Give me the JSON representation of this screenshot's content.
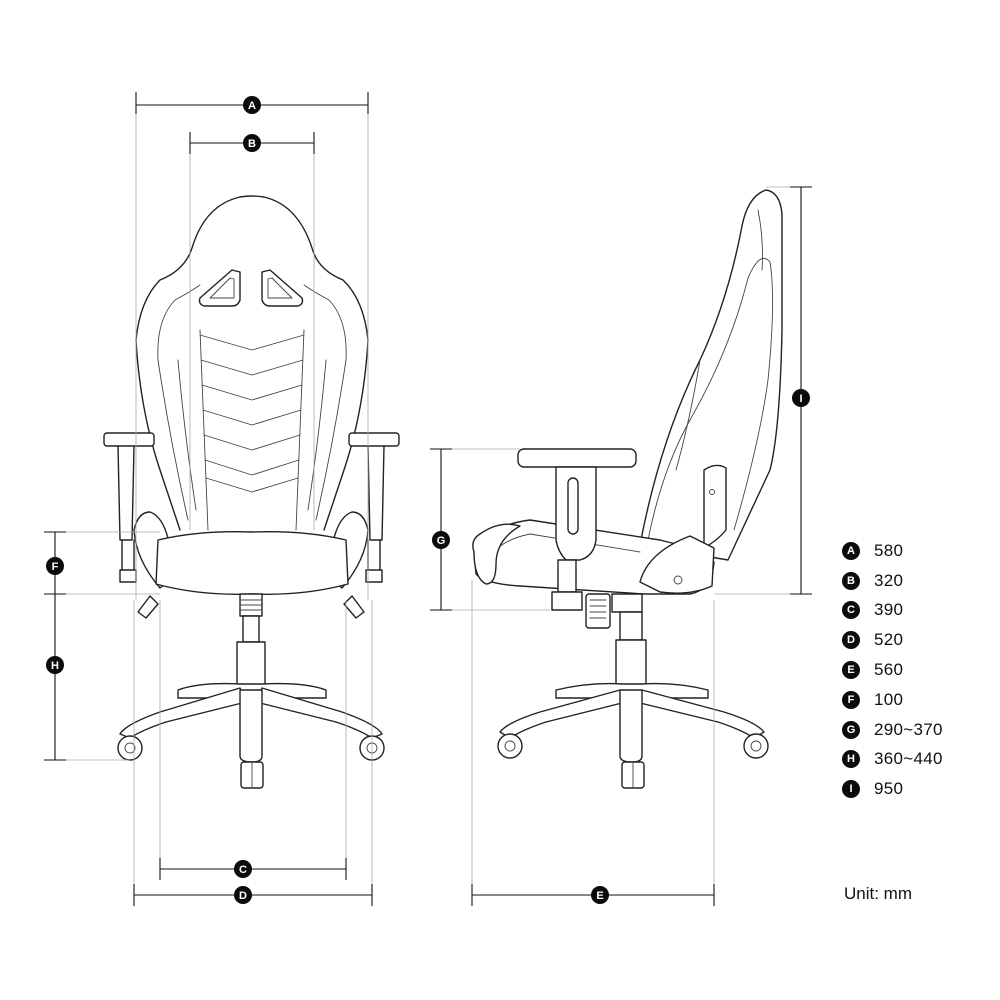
{
  "dimension_labels": {
    "A": "A",
    "B": "B",
    "C": "C",
    "D": "D",
    "E": "E",
    "F": "F",
    "G": "G",
    "H": "H",
    "I": "I"
  },
  "legend": [
    {
      "letter": "A",
      "value": "580"
    },
    {
      "letter": "B",
      "value": "320"
    },
    {
      "letter": "C",
      "value": "390"
    },
    {
      "letter": "D",
      "value": "520"
    },
    {
      "letter": "E",
      "value": "560"
    },
    {
      "letter": "F",
      "value": "100"
    },
    {
      "letter": "G",
      "value": "290~370"
    },
    {
      "letter": "H",
      "value": "360~440"
    },
    {
      "letter": "I",
      "value": "950"
    }
  ],
  "unit_label": "Unit: mm",
  "colors": {
    "line": "#222222",
    "badge": "#0b0b0b",
    "background": "#ffffff"
  }
}
